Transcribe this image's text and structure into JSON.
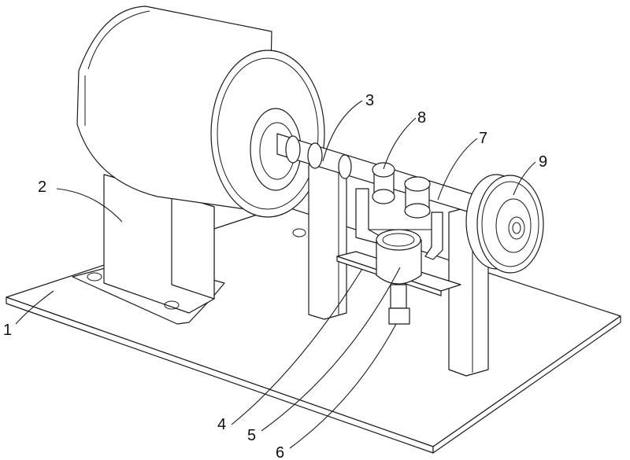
{
  "labels": [
    {
      "key": "1",
      "text": "1"
    },
    {
      "key": "2",
      "text": "2"
    },
    {
      "key": "3",
      "text": "3"
    },
    {
      "key": "4",
      "text": "4"
    },
    {
      "key": "5",
      "text": "5"
    },
    {
      "key": "6",
      "text": "6"
    },
    {
      "key": "7",
      "text": "7"
    },
    {
      "key": "8",
      "text": "8"
    },
    {
      "key": "9",
      "text": "9"
    }
  ],
  "colors": {
    "line": "#1a1a1a",
    "fill": "#ffffff"
  }
}
